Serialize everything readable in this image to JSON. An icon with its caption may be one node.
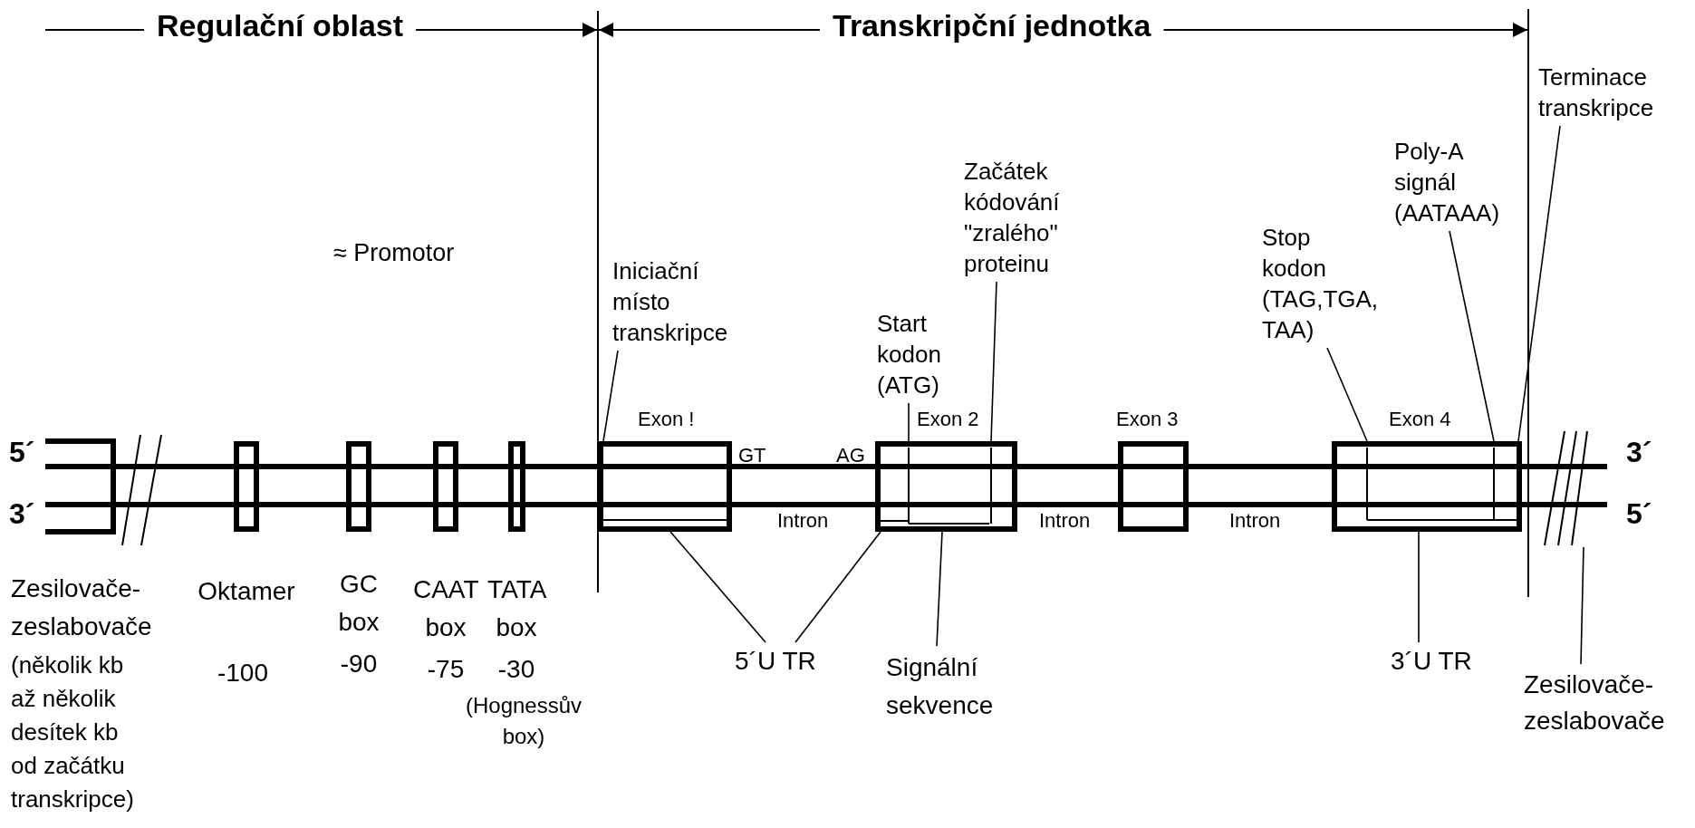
{
  "diagram": {
    "nodes": [
      {
        "text": [
          "Iniciační místo transkripce"
        ]
      },
      {
        "text": [
          "Start kodon (ATG)"
        ]
      },
      {
        "text": [
          "Začátek kódování \"zralého\" proteinu"
        ]
      },
      {
        "text": [
          "Stop kodon (TAG,TGA, TAA)"
        ]
      },
      {
        "text": [
          "Poly-A signál (AATAAA)"
        ]
      },
      {
        "text": [
          "Terminace transkripce"
        ]
      },
      {
        "text": [
          "Oktamer",
          "-100"
        ]
      },
      {
        "text": [
          "GC box",
          "-90"
        ]
      },
      {
        "text": [
          "CAAT box",
          "-75"
        ]
      },
      {
        "text": [
          "TATA box",
          "-30",
          "(Hognessův box)"
        ]
      },
      {
        "text": [
          "Exon !"
        ],
        "beside": [
          "GT"
        ]
      },
      {
        "text": [
          "Exon 2"
        ],
        "beside": [
          "AG"
        ]
      },
      {
        "text": [
          "Exon 3"
        ]
      },
      {
        "text": [
          "Exon 4"
        ]
      },
      {
        "text": [
          "5´U TR"
        ]
      },
      {
        "text": [
          "Signální sekvence"
        ]
      },
      {
        "text": [
          "3´U TR"
        ]
      },
      {
        "text": [
          "Zesilovače- zeslabovače"
        ]
      },
      {
        "text": [],
        "shape": "bar"
      }
    ],
    "edges": [
      {
        "from": 0,
        "to": 10,
        "arrow": "none"
      },
      {
        "from": 1,
        "to": 11,
        "arrow": "none"
      },
      {
        "from": 2,
        "to": 11,
        "arrow": "none"
      },
      {
        "from": 3,
        "to": 13,
        "arrow": "none"
      },
      {
        "from": 4,
        "to": 13,
        "arrow": "none"
      },
      {
        "from": 5,
        "to": 13,
        "arrow": "none"
      },
      {
        "from": 14,
        "to": 10,
        "arrow": "none"
      },
      {
        "from": 14,
        "to": 11,
        "arrow": "none"
      },
      {
        "from": 15,
        "to": 11,
        "arrow": "none"
      },
      {
        "from": 16,
        "to": 13,
        "arrow": "none"
      },
      {
        "from": 17,
        "to": 18,
        "arrow": "none"
      }
    ],
    "labels": [
      "Regulační oblast",
      "Transkripční jednotka",
      "≈ Promotor",
      "5´",
      "3´",
      "Intron",
      "Intron",
      "Intron",
      "3´",
      "5´",
      "Zesilovače- zeslabovače",
      "(několik kb až několik desítek kb od začátku transkripce)"
    ]
  }
}
